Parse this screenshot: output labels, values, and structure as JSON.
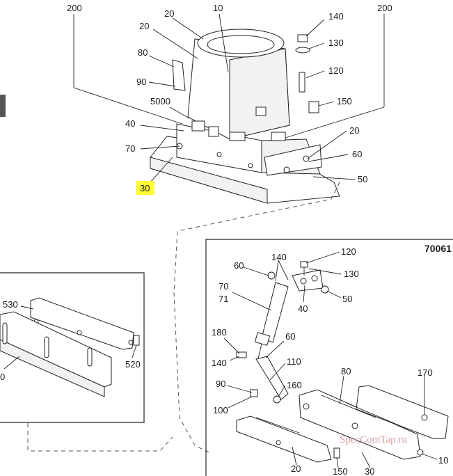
{
  "main_view": {
    "callouts": [
      "200",
      "20",
      "10",
      "140",
      "200",
      "20",
      "130",
      "80",
      "120",
      "90",
      "5000",
      "150",
      "40",
      "20",
      "70",
      "60",
      "50"
    ],
    "highlight": "30"
  },
  "detail_right": {
    "title": "70061",
    "callouts": [
      "120",
      "60",
      "140",
      "130",
      "70",
      "71",
      "40",
      "50",
      "180",
      "60",
      "140",
      "110",
      "90",
      "160",
      "80",
      "170",
      "100",
      "20",
      "150",
      "30",
      "10"
    ]
  },
  "detail_left": {
    "callouts": [
      "530",
      "520",
      "0"
    ]
  },
  "watermark": "SpecComTap.ru",
  "colors": {
    "highlight": "#ffff33",
    "watermark": "#d9a0a0",
    "line": "#222222"
  }
}
